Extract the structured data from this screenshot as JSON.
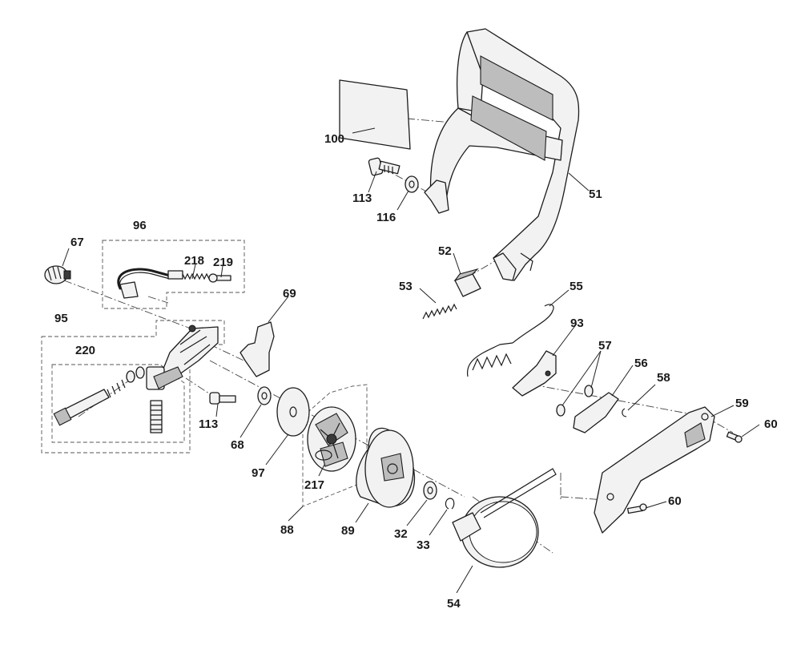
{
  "diagram": {
    "labels": {
      "p100": "100",
      "p113a": "113",
      "p116": "116",
      "p51": "51",
      "p96": "96",
      "p67": "67",
      "p218": "218",
      "p219": "219",
      "p52": "52",
      "p53": "53",
      "p69": "69",
      "p55": "55",
      "p95": "95",
      "p93": "93",
      "p220": "220",
      "p57": "57",
      "p56": "56",
      "p58": "58",
      "p59": "59",
      "p60a": "60",
      "p113b": "113",
      "p68": "68",
      "p97": "97",
      "p217": "217",
      "p88": "88",
      "p89": "89",
      "p32": "32",
      "p33": "33",
      "p60b": "60",
      "p54": "54"
    }
  }
}
